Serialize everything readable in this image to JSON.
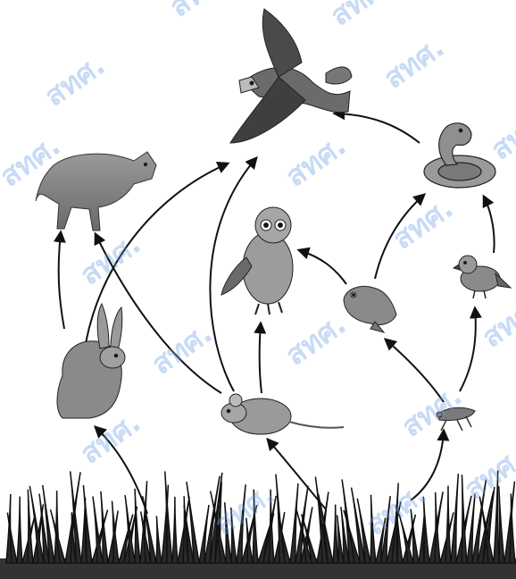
{
  "diagram": {
    "organisms": [
      {
        "id": "grass",
        "name": "grass-icon"
      },
      {
        "id": "rabbit",
        "name": "rabbit-icon"
      },
      {
        "id": "mouse",
        "name": "mouse-icon"
      },
      {
        "id": "grasshopper",
        "name": "grasshopper-icon"
      },
      {
        "id": "coyote",
        "name": "coyote-icon"
      },
      {
        "id": "hawk",
        "name": "hawk-icon"
      },
      {
        "id": "owl",
        "name": "owl-icon"
      },
      {
        "id": "frog",
        "name": "frog-icon"
      },
      {
        "id": "snake",
        "name": "snake-icon"
      },
      {
        "id": "sparrow",
        "name": "sparrow-icon"
      }
    ],
    "links": [
      {
        "from": "grass",
        "to": "rabbit"
      },
      {
        "from": "grass",
        "to": "mouse"
      },
      {
        "from": "grass",
        "to": "grasshopper"
      },
      {
        "from": "rabbit",
        "to": "coyote"
      },
      {
        "from": "rabbit",
        "to": "hawk"
      },
      {
        "from": "mouse",
        "to": "coyote"
      },
      {
        "from": "mouse",
        "to": "hawk"
      },
      {
        "from": "mouse",
        "to": "owl"
      },
      {
        "from": "grasshopper",
        "to": "frog"
      },
      {
        "from": "grasshopper",
        "to": "sparrow"
      },
      {
        "from": "frog",
        "to": "owl"
      },
      {
        "from": "frog",
        "to": "snake"
      },
      {
        "from": "sparrow",
        "to": "snake"
      },
      {
        "from": "snake",
        "to": "hawk"
      }
    ],
    "watermark_text": "สทศ.",
    "colors": {
      "arrow": "#111111",
      "organism_fill": "#8a8a8a",
      "watermark": "#6ea0e6"
    }
  }
}
